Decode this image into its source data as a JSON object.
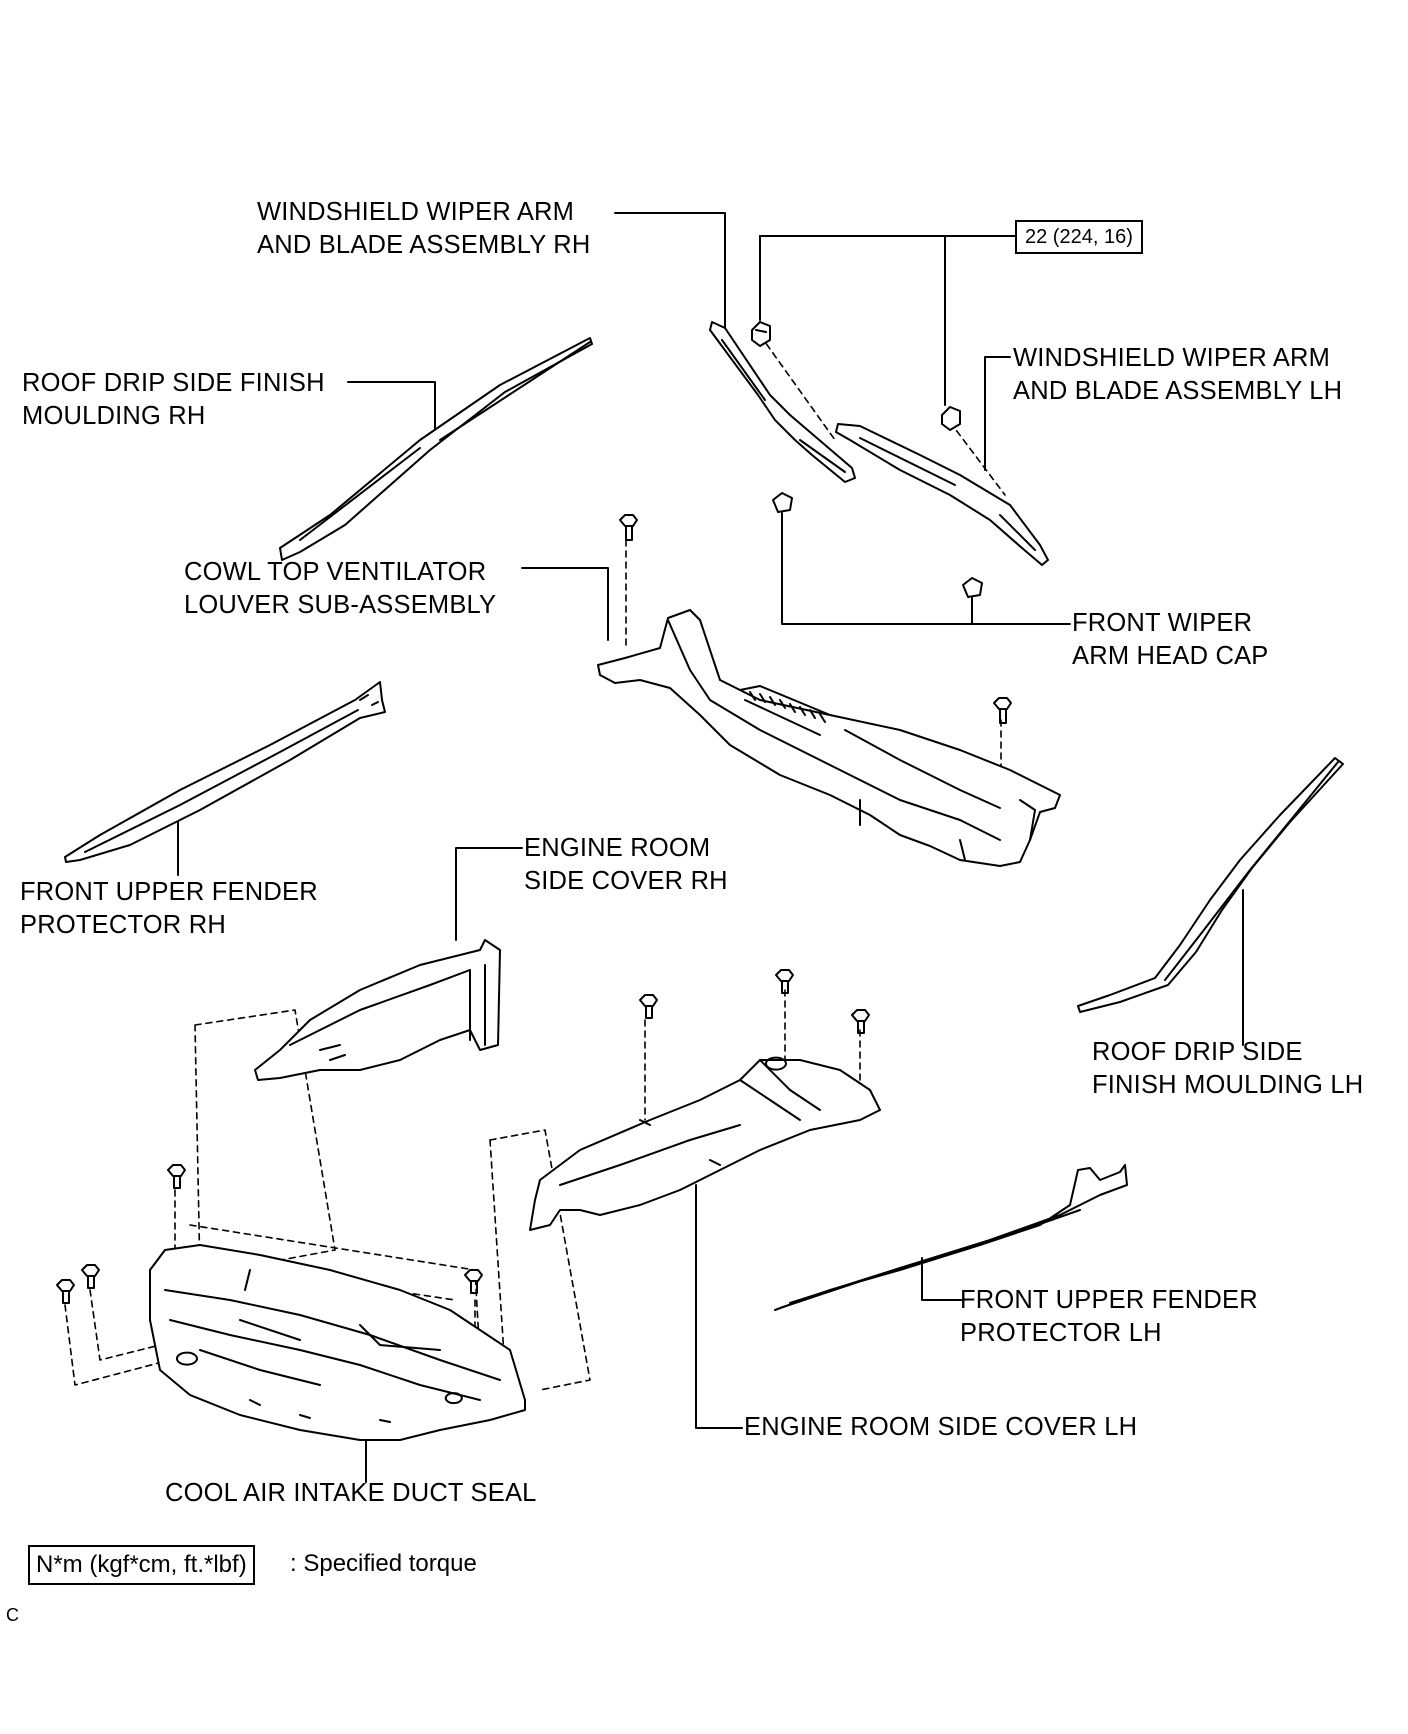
{
  "labels": {
    "wiper_rh": [
      "WINDSHIELD  WIPER ARM",
      "AND BLADE ASSEMBLY RH"
    ],
    "wiper_lh": [
      "WINDSHIELD  WIPER ARM",
      "AND BLADE ASSEMBLY LH"
    ],
    "roof_drip_rh": [
      "ROOF DRIP SIDE FINISH",
      "MOULDING RH"
    ],
    "cowl_louver": [
      "COWL TOP VENTILATOR",
      "LOUVER SUB-ASSEMBLY"
    ],
    "wiper_head_cap": [
      "FRONT WIPER",
      "ARM HEAD CAP"
    ],
    "fender_protector_rh": [
      "FRONT UPPER FENDER",
      "PROTECTOR RH"
    ],
    "engine_cover_rh": [
      "ENGINE ROOM",
      "SIDE COVER RH"
    ],
    "roof_drip_lh": [
      "ROOF DRIP SIDE",
      "FINISH MOULDING LH"
    ],
    "fender_protector_lh": [
      "FRONT UPPER FENDER",
      "PROTECTOR LH"
    ],
    "engine_cover_lh": "ENGINE ROOM SIDE COVER LH",
    "duct_seal": "COOL AIR INTAKE DUCT SEAL"
  },
  "torque_value": "22 (224, 16)",
  "legend": {
    "box": "N*m (kgf*cm, ft.*lbf)",
    "text": ": Specified torque"
  },
  "footer_code": "C"
}
